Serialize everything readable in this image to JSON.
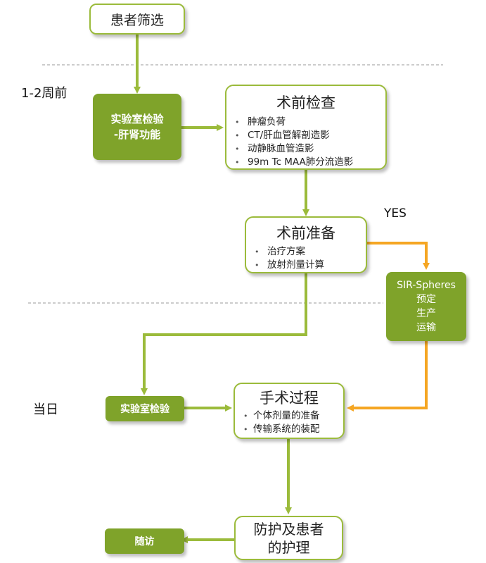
{
  "screening": {
    "label": "患者筛选"
  },
  "timeline": {
    "pre": "1-2周前",
    "day": "当日"
  },
  "lab_liver": {
    "line1": "实验室检验",
    "line2": "-肝肾功能"
  },
  "pre_exam": {
    "title": "术前检查",
    "items": [
      "肿瘤负荷",
      "CT/肝血管解剖造影",
      "动静脉血管造影",
      "99m Tc MAA肺分流造影"
    ]
  },
  "pre_prep": {
    "title": "术前准备",
    "items": [
      "治疗方案",
      "放射剂量计算"
    ]
  },
  "yes_label": "YES",
  "sir": {
    "line1": "SIR-Spheres",
    "line2": "预定",
    "line3": "生产",
    "line4": "运输"
  },
  "lab_check": {
    "label": "实验室检验"
  },
  "procedure": {
    "title": "手术过程",
    "items": [
      "个体剂量的准备",
      "传输系统的装配"
    ]
  },
  "care": {
    "line1": "防护及患者",
    "line2": "的护理"
  },
  "followup": {
    "label": "随访"
  },
  "colors": {
    "green": "#9bbb3b",
    "dark_green": "#7fa32a",
    "orange": "#f5a623"
  }
}
